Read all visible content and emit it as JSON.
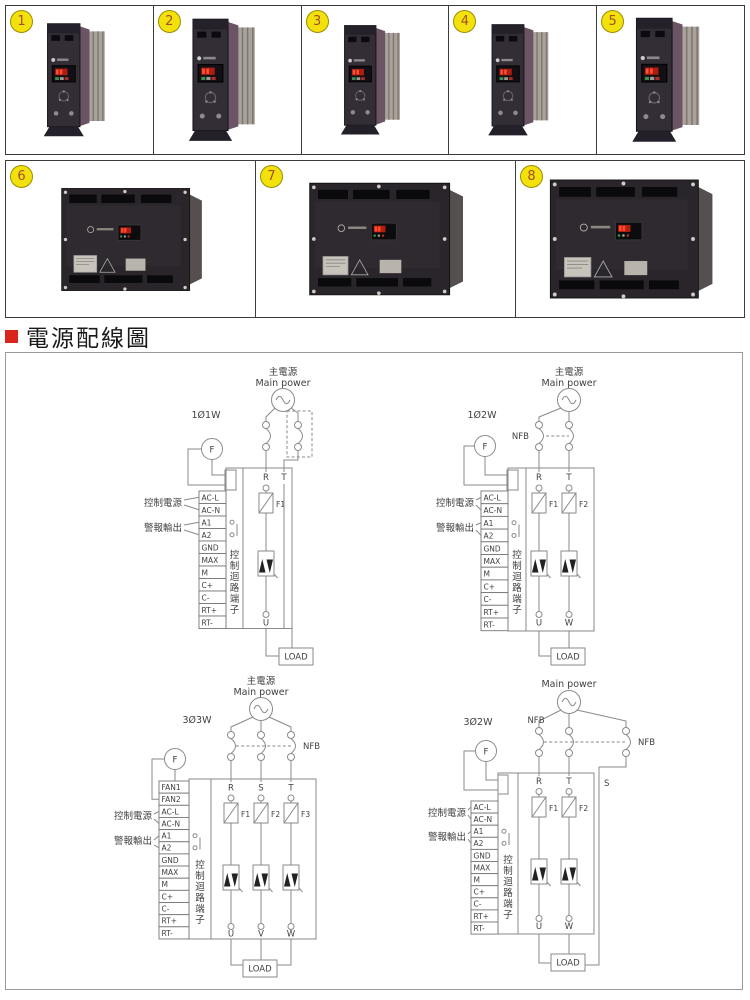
{
  "colors": {
    "badge_bg": "#f3e10c",
    "badge_border": "#9a8d00",
    "badge_number": "#a34f28",
    "header_bullet_red": "#da251d",
    "diagram_line_gray": "#8a8a8a",
    "panel_border_gray": "#999999"
  },
  "products": [
    {
      "number": "1"
    },
    {
      "number": "2"
    },
    {
      "number": "3"
    },
    {
      "number": "4"
    },
    {
      "number": "5"
    },
    {
      "number": "6"
    },
    {
      "number": "7"
    },
    {
      "number": "8"
    }
  ],
  "section": {
    "title": "電源配線圖"
  },
  "diagrams": [
    {
      "id": "1-phase-1-wire",
      "phase": "1Ø1W",
      "main_power_zh": "主電源",
      "main_power_en": "Main power",
      "fan_label": "F",
      "control_power_label": "控制電源",
      "alarm_output_label": "警報輸出",
      "circuit_terminal_label": "控制迴路端子",
      "terminals": [
        "AC-L",
        "AC-N",
        "A1",
        "A2",
        "GND",
        "MAX",
        "M",
        "C+",
        "C-",
        "RT+",
        "RT-"
      ],
      "inputs": [
        "R",
        "T"
      ],
      "fuses": [
        "F1"
      ],
      "outputs": [
        "U"
      ],
      "load_label": "LOAD"
    },
    {
      "id": "1-phase-2-wire",
      "phase": "1Ø2W",
      "main_power_zh": "主電源",
      "main_power_en": "Main power",
      "nfb_label": "NFB",
      "fan_label": "F",
      "control_power_label": "控制電源",
      "alarm_output_label": "警報輸出",
      "circuit_terminal_label": "控制迴路端子",
      "terminals": [
        "AC-L",
        "AC-N",
        "A1",
        "A2",
        "GND",
        "MAX",
        "M",
        "C+",
        "C-",
        "RT+",
        "RT-"
      ],
      "inputs": [
        "R",
        "T"
      ],
      "fuses": [
        "F1",
        "F2"
      ],
      "outputs": [
        "U",
        "W"
      ],
      "load_label": "LOAD"
    },
    {
      "id": "3-phase-3-wire",
      "phase": "3Ø3W",
      "main_power_zh": "主電源",
      "main_power_en": "Main power",
      "nfb_label": "NFB",
      "fan_label": "F",
      "control_power_label": "控制電源",
      "alarm_output_label": "警報輸出",
      "circuit_terminal_label": "控制迴路端子",
      "terminals": [
        "FAN1",
        "FAN2",
        "AC-L",
        "AC-N",
        "A1",
        "A2",
        "GND",
        "MAX",
        "M",
        "C+",
        "C-",
        "RT+",
        "RT-"
      ],
      "inputs": [
        "R",
        "S",
        "T"
      ],
      "fuses": [
        "F1",
        "F2",
        "F3"
      ],
      "outputs": [
        "U",
        "V",
        "W"
      ],
      "load_label": "LOAD"
    },
    {
      "id": "3-phase-2-wire",
      "phase": "3Ø2W",
      "main_power_en": "Main power",
      "nfb_label": "NFB",
      "nfb_label_2": "NFB",
      "bypass_line_label": "S",
      "fan_label": "F",
      "control_power_label": "控制電源",
      "alarm_output_label": "警報輸出",
      "circuit_terminal_label": "控制迴路端子",
      "terminals": [
        "AC-L",
        "AC-N",
        "A1",
        "A2",
        "GND",
        "MAX",
        "M",
        "C+",
        "C-",
        "RT+",
        "RT-"
      ],
      "inputs": [
        "R",
        "T"
      ],
      "fuses": [
        "F1",
        "F2"
      ],
      "outputs": [
        "U",
        "W"
      ],
      "load_label": "LOAD"
    }
  ]
}
